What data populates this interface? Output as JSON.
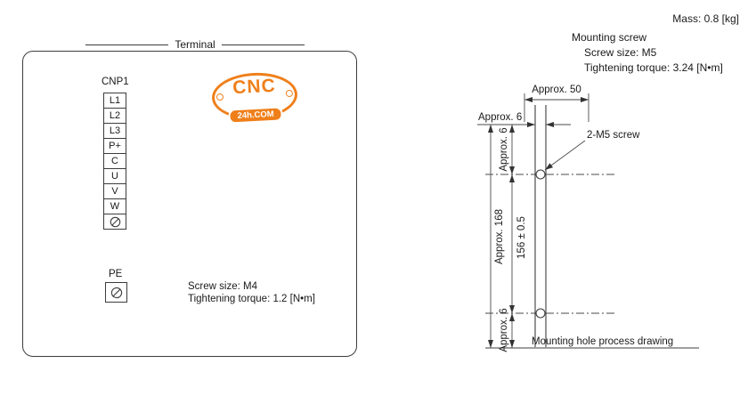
{
  "left_panel": {
    "title": "Terminal",
    "connector_label": "CNP1",
    "terminals": [
      "L1",
      "L2",
      "L3",
      "P+",
      "C",
      "U",
      "V",
      "W"
    ],
    "pe_label": "PE",
    "notes": [
      "Screw size: M4",
      "Tightening torque: 1.2 [N•m]"
    ]
  },
  "logo": {
    "text": "CNC",
    "subtext": "24h.COM",
    "color": "#ef7f1a"
  },
  "right_drawing": {
    "mass": "Mass: 0.8 [kg]",
    "mounting_screw": "Mounting screw",
    "screw_size": "Screw size: M5",
    "tightening_torque": "Tightening torque: 3.24 [N•m]",
    "dim_width": "Approx. 50",
    "dim_slot": "Approx. 6",
    "screw_callout": "2-M5 screw",
    "dim_top": "Approx. 6",
    "dim_total": "Approx. 168",
    "dim_holes": "156 ± 0.5",
    "dim_bottom": "Approx. 6",
    "caption": "Mounting hole process drawing"
  }
}
